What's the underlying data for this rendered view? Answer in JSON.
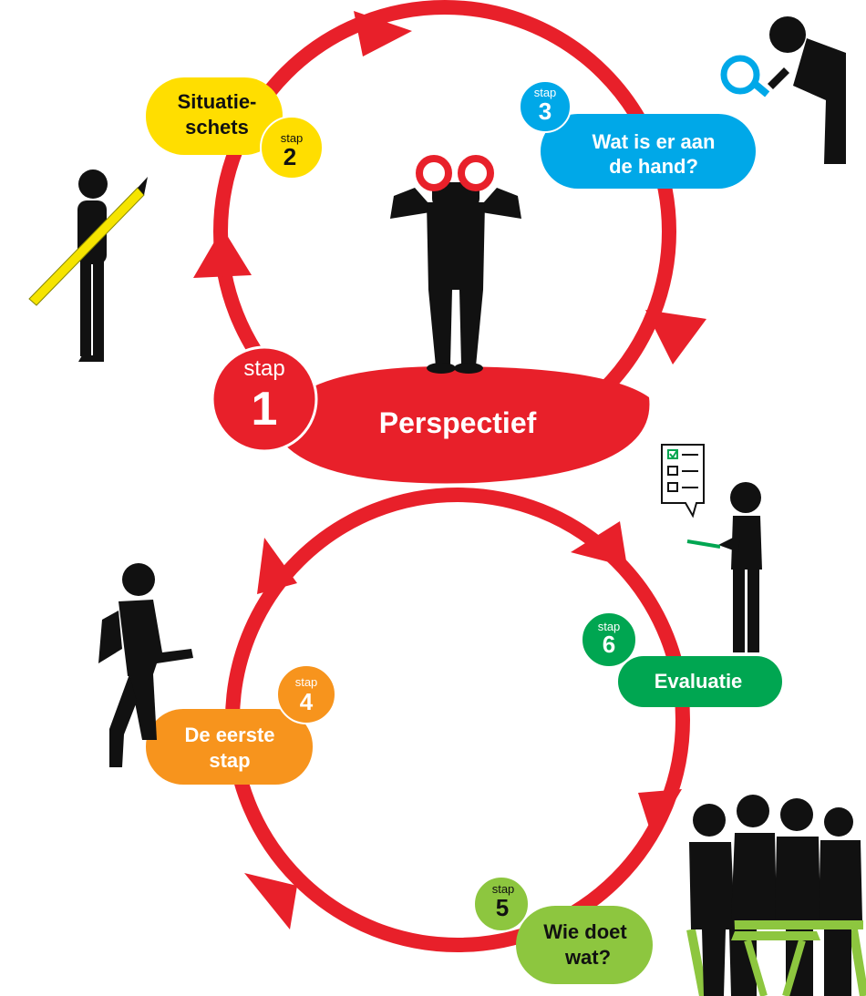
{
  "colors": {
    "red": "#e8202a",
    "yellow": "#ffde00",
    "blue": "#00a8e8",
    "orange": "#f7941d",
    "lime": "#8dc63f",
    "green": "#00a651",
    "figure": "#111111",
    "white": "#ffffff"
  },
  "steps": [
    {
      "id": "step-1",
      "prefix": "stap",
      "number": "1",
      "title": [
        "Perspectief"
      ],
      "color": "red"
    },
    {
      "id": "step-2",
      "prefix": "stap",
      "number": "2",
      "title": [
        "Situatie-",
        "schets"
      ],
      "color": "yellow"
    },
    {
      "id": "step-3",
      "prefix": "stap",
      "number": "3",
      "title": [
        "Wat is er aan",
        "de hand?"
      ],
      "color": "blue"
    },
    {
      "id": "step-4",
      "prefix": "stap",
      "number": "4",
      "title": [
        "De eerste",
        "stap"
      ],
      "color": "orange"
    },
    {
      "id": "step-5",
      "prefix": "stap",
      "number": "5",
      "title": [
        "Wie doet",
        "wat?"
      ],
      "color": "lime"
    },
    {
      "id": "step-6",
      "prefix": "stap",
      "number": "6",
      "title": [
        "Evaluatie"
      ],
      "color": "green"
    }
  ],
  "icons": [
    "binoculars-person-icon",
    "pencil-person-icon",
    "magnifier-person-icon",
    "checklist-person-icon",
    "climbing-person-icon",
    "meeting-group-icon"
  ]
}
